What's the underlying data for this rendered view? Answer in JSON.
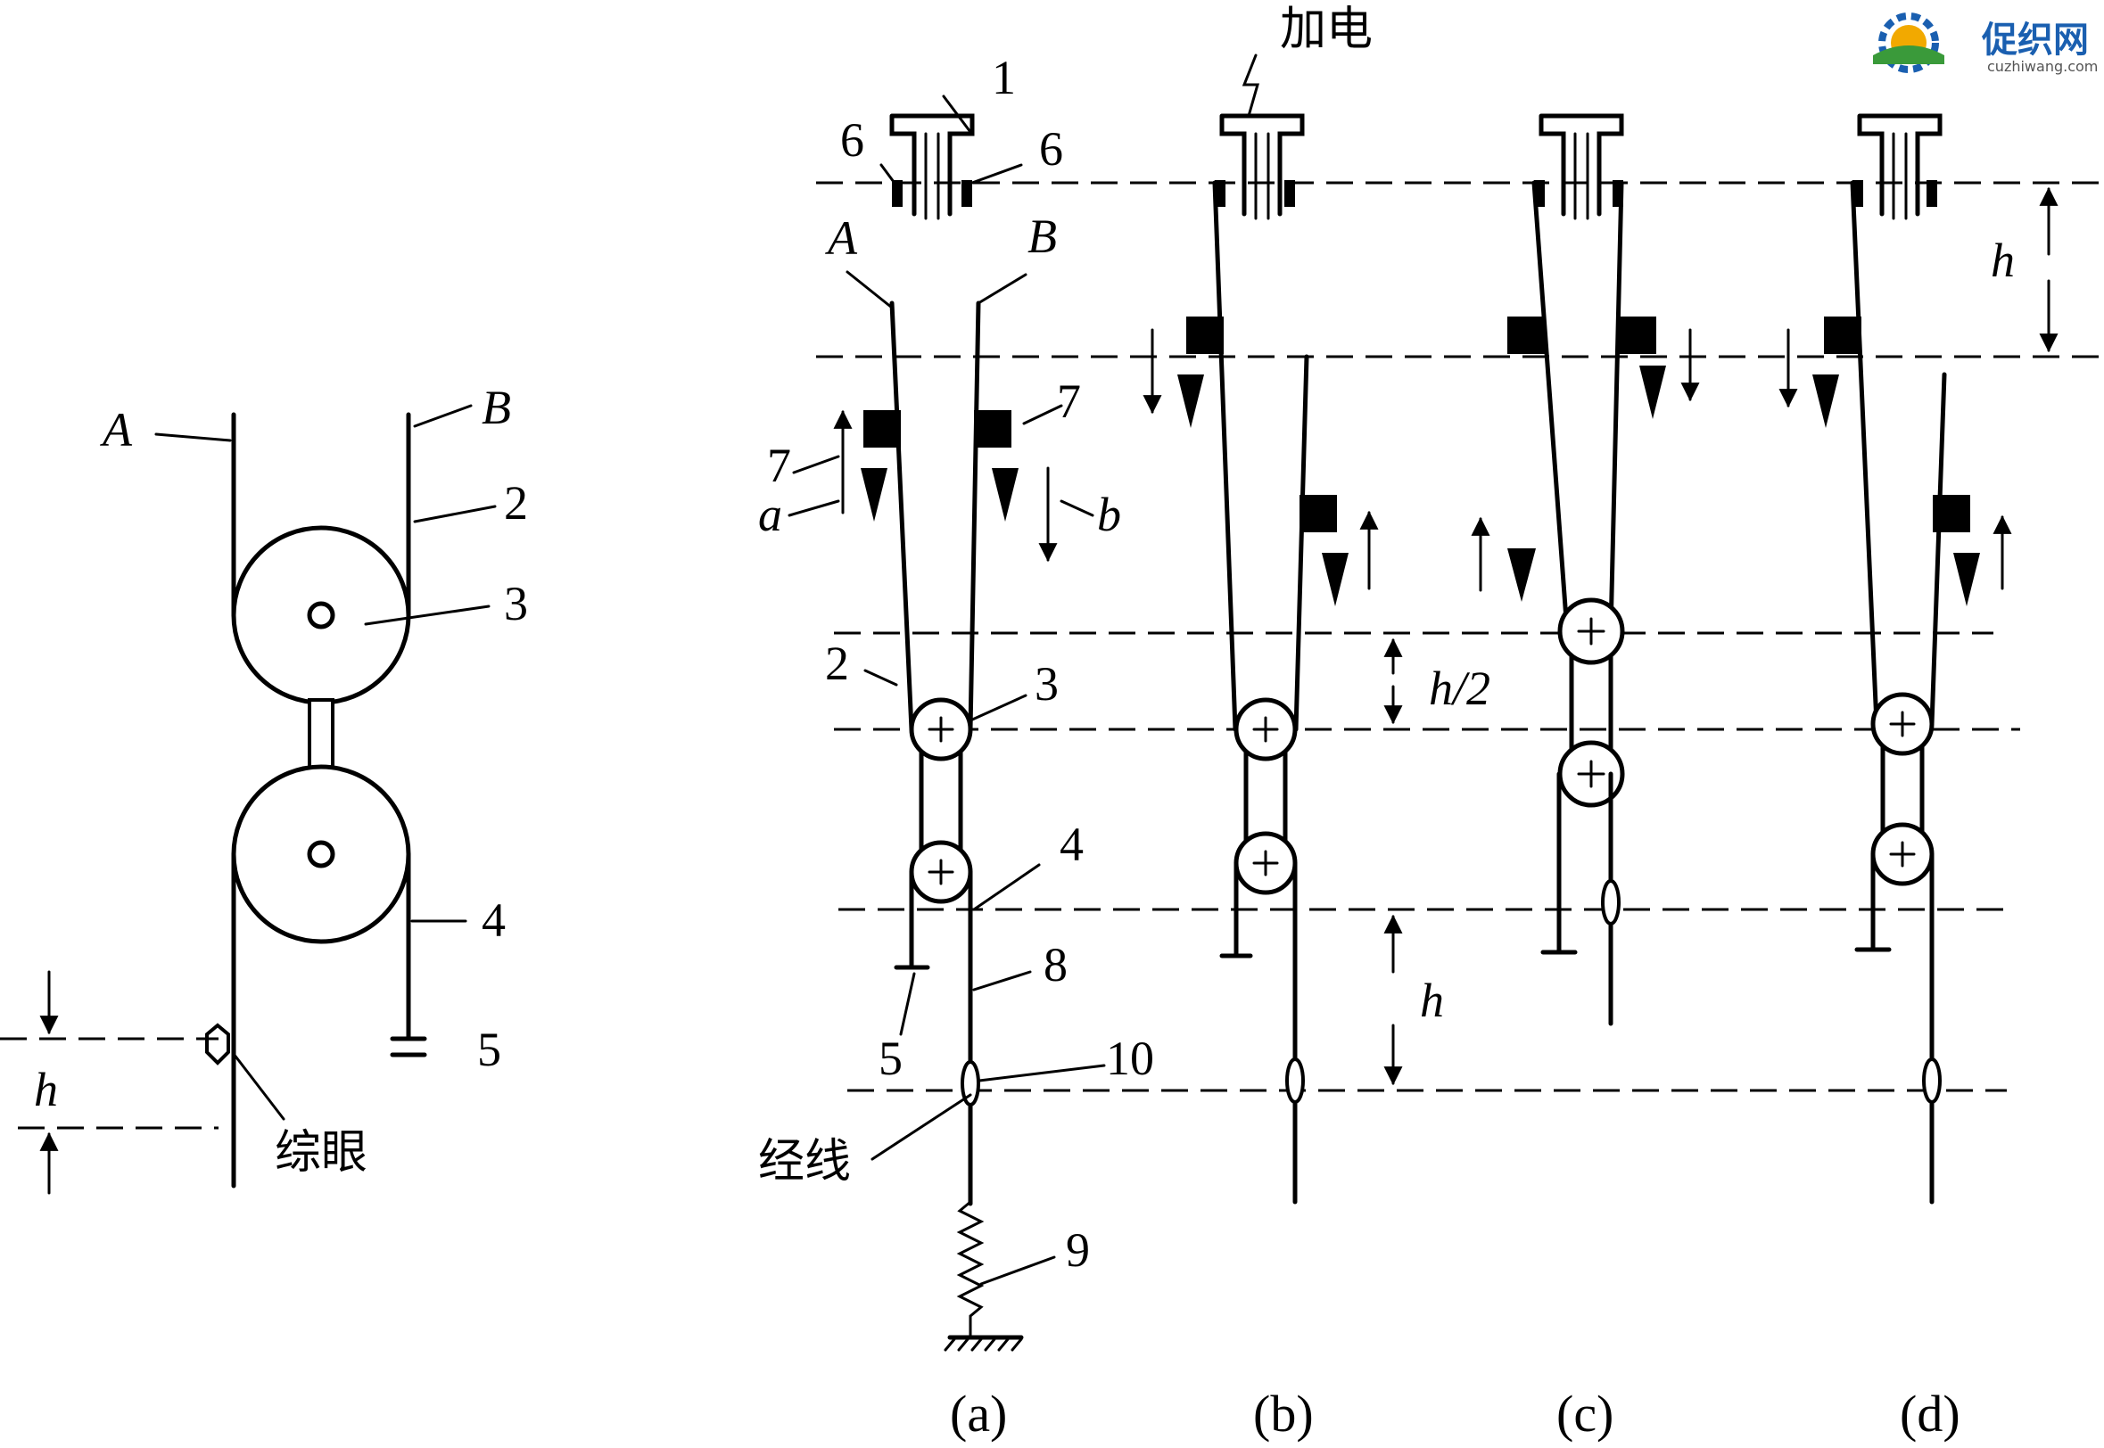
{
  "watermark": {
    "name": "促织网",
    "url": "cuzhiwang.com"
  },
  "left": {
    "label_A": "A",
    "label_B": "B",
    "num_2": "2",
    "num_3": "3",
    "num_4": "4",
    "num_5": "5",
    "label_h": "h",
    "heddle_eye": "综眼"
  },
  "right": {
    "power_on": "加电",
    "num_1": "1",
    "num_6_left": "6",
    "num_6_right": "6",
    "label_A": "A",
    "label_B": "B",
    "num_7_right": "7",
    "num_7_left": "7",
    "label_a": "a",
    "label_b": "b",
    "num_2": "2",
    "num_3": "3",
    "num_4": "4",
    "num_5": "5",
    "num_8": "8",
    "num_9": "9",
    "num_10": "10",
    "warp_yarn": "经线",
    "label_h_top": "h",
    "label_h_half": "h/2",
    "label_h_bottom": "h"
  },
  "subfigures": [
    "(a)",
    "(b)",
    "(c)",
    "(d)"
  ]
}
